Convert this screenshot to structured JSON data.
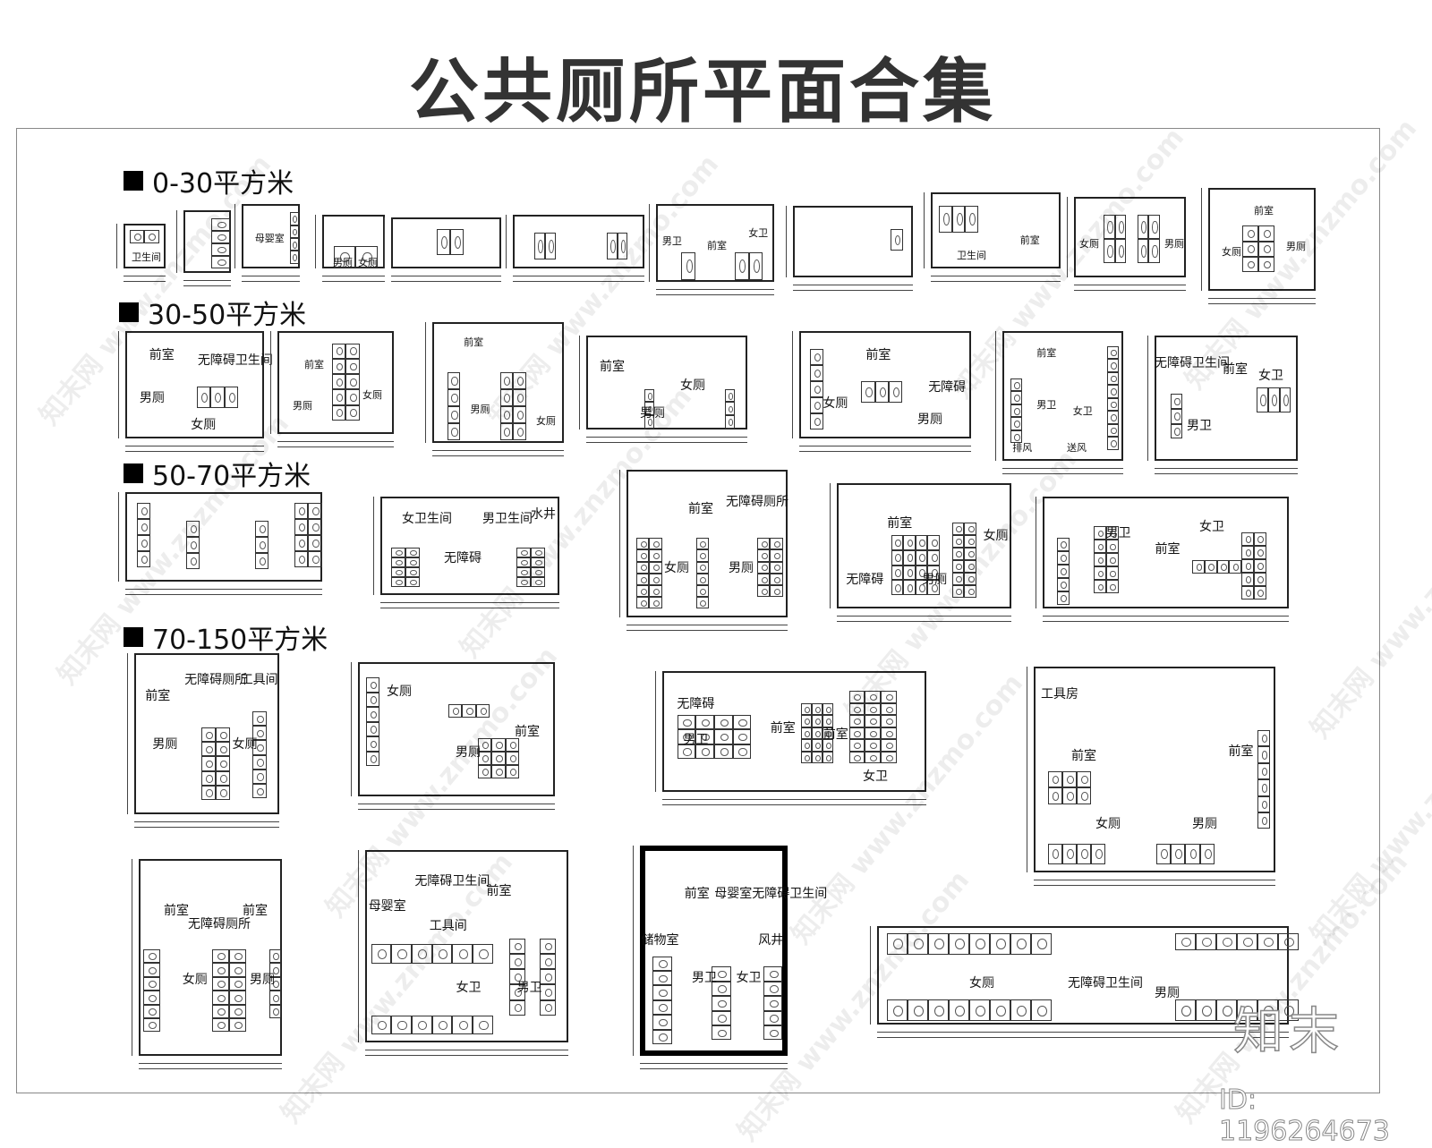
{
  "title": "公共厕所平面合集",
  "sections": [
    {
      "label": "0-30平方米"
    },
    {
      "label": "30-50平方米"
    },
    {
      "label": "50-70平方米"
    },
    {
      "label": "70-150平方米"
    }
  ],
  "plans": [
    {
      "labels": [
        "卫生间"
      ]
    },
    {
      "labels": []
    },
    {
      "labels": [
        "母婴室"
      ]
    },
    {
      "labels": [
        "男厕",
        "女厕"
      ]
    },
    {
      "labels": []
    },
    {
      "labels": []
    },
    {
      "labels": [
        "男卫",
        "前室",
        "女卫"
      ]
    },
    {
      "labels": []
    },
    {
      "labels": [
        "卫生间",
        "前室"
      ]
    },
    {
      "labels": [
        "女厕",
        "男厕"
      ]
    },
    {
      "labels": [
        "前室",
        "女厕",
        "男厕"
      ]
    },
    {
      "labels": [
        "前室",
        "无障碍卫生间",
        "男厕",
        "女厕"
      ]
    },
    {
      "labels": [
        "前室",
        "男厕",
        "女厕"
      ]
    },
    {
      "labels": [
        "前室",
        "男厕",
        "女厕"
      ]
    },
    {
      "labels": [
        "前室",
        "女厕",
        "男厕"
      ]
    },
    {
      "labels": [
        "前室",
        "男厕",
        "女厕",
        "无障碍"
      ]
    },
    {
      "labels": [
        "前室",
        "男卫",
        "女卫",
        "排风",
        "送风"
      ]
    },
    {
      "labels": [
        "无障碍卫生间",
        "前室",
        "女卫",
        "男卫"
      ]
    },
    {
      "labels": []
    },
    {
      "labels": [
        "女卫生间",
        "男卫生间",
        "无障碍",
        "水井"
      ]
    },
    {
      "labels": [
        "前室",
        "无障碍厕所",
        "女厕",
        "男厕"
      ]
    },
    {
      "labels": [
        "前室",
        "女厕",
        "男厕",
        "无障碍"
      ]
    },
    {
      "labels": [
        "男卫",
        "女卫",
        "前室"
      ]
    },
    {
      "labels": [
        "无障碍厕所",
        "工具间",
        "前室",
        "男厕",
        "女厕"
      ]
    },
    {
      "labels": [
        "女厕",
        "男厕",
        "前室"
      ]
    },
    {
      "labels": [
        "无障碍",
        "男卫",
        "前室",
        "前室",
        "女卫"
      ]
    },
    {
      "labels": [
        "工具房",
        "前室",
        "前室",
        "女厕",
        "男厕"
      ]
    },
    {
      "labels": [
        "前室",
        "前室",
        "无障碍厕所",
        "女厕",
        "男厕"
      ]
    },
    {
      "labels": [
        "母婴室",
        "无障碍卫生间",
        "前室",
        "工具间",
        "女卫",
        "男卫"
      ]
    },
    {
      "labels": [
        "前室",
        "母婴室无障碍卫生间",
        "储物室",
        "风井",
        "男卫",
        "女卫"
      ]
    },
    {
      "labels": [
        "女厕",
        "无障碍卫生间",
        "男厕"
      ]
    }
  ],
  "watermark": "知末网 www.znzmo.com",
  "logo": "知末",
  "image_id": "ID: 1196264673"
}
